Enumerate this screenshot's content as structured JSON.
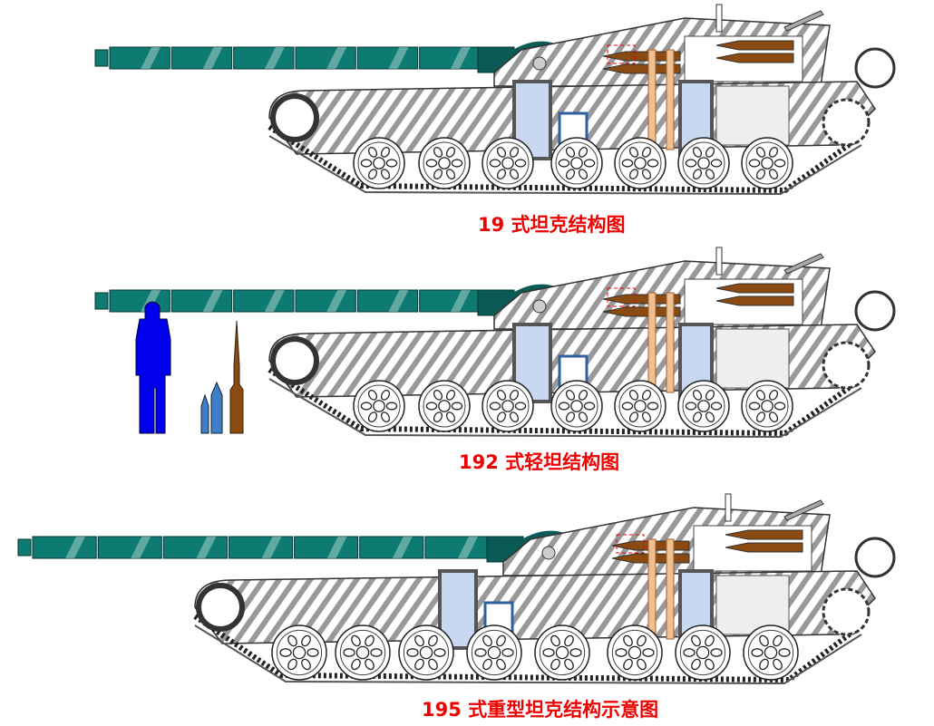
{
  "diagrams": [
    {
      "caption": "19 式坦克结构图",
      "road_wheels": 7
    },
    {
      "caption": "192 式轻坦结构图",
      "road_wheels": 7
    },
    {
      "caption": "195 式重型坦克结构示意图",
      "road_wheels": 8
    }
  ],
  "scale_reference": {
    "figures": [
      "human-silhouette",
      "small-shell",
      "medium-shell",
      "large-shell"
    ]
  },
  "colors": {
    "barrel": "#0e7b73",
    "barrel_dark": "#0a5a55",
    "human": "#0000ee",
    "shell_blue": "#3f7fc8",
    "shell_brown": "#8a4a10",
    "caption": "#ee0000",
    "hull_gray": "#8a8a8a",
    "window": "#c8d8f0"
  }
}
